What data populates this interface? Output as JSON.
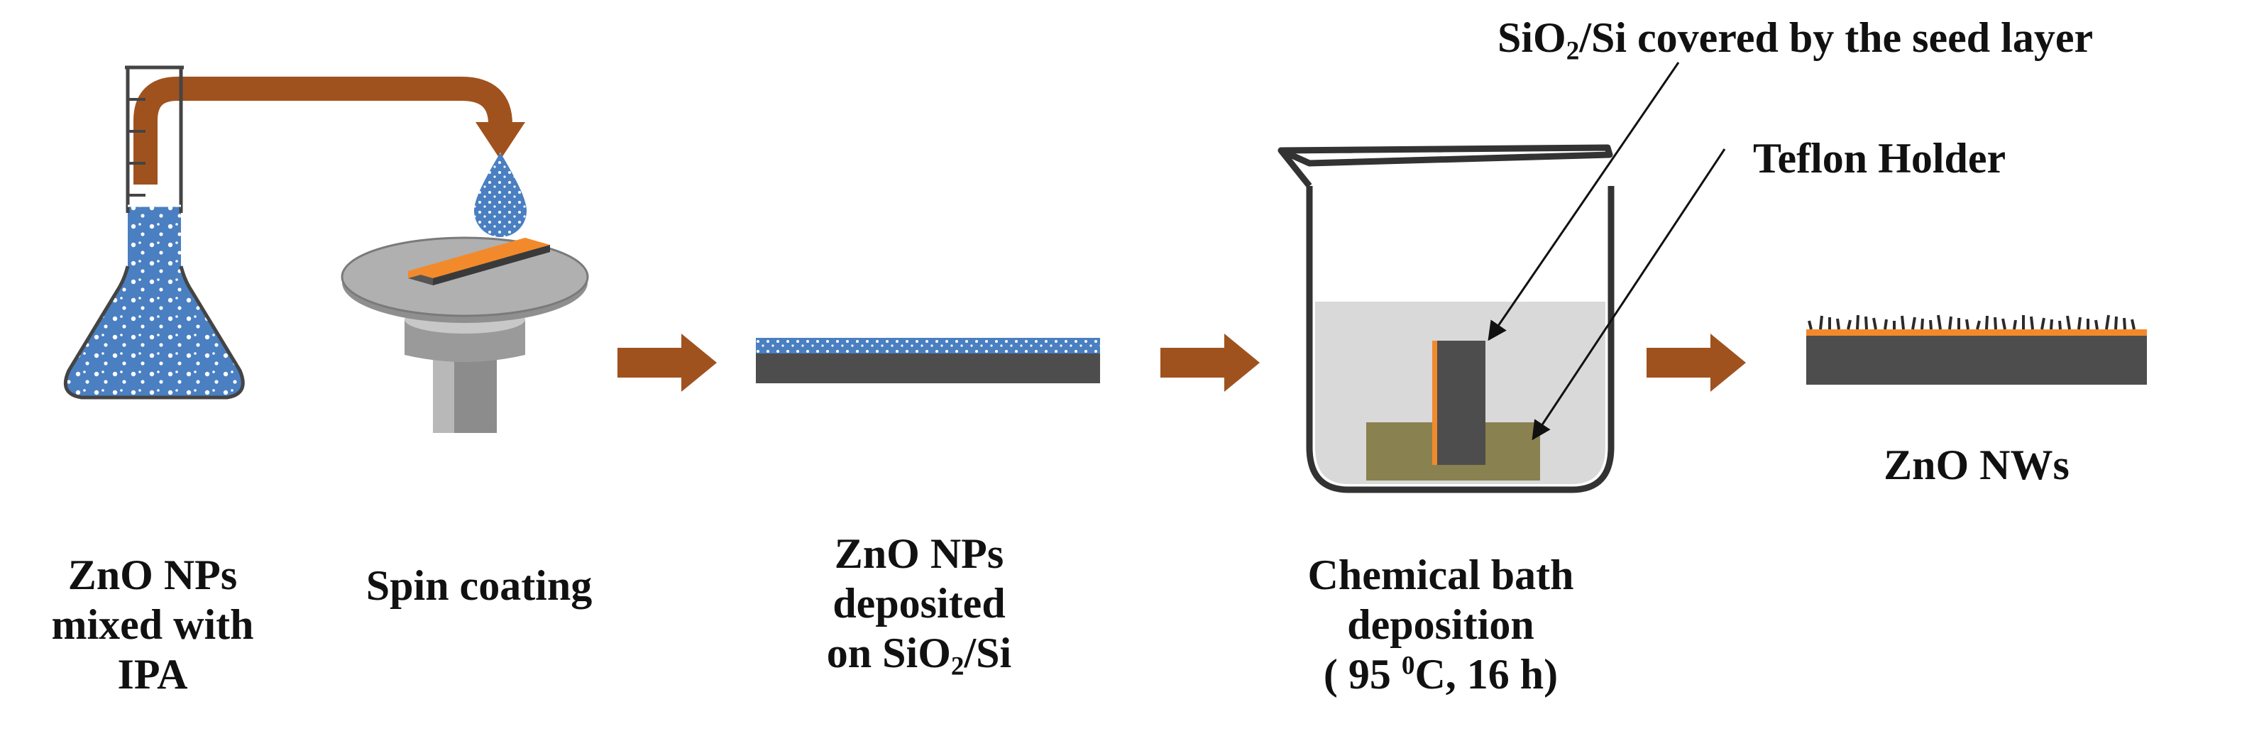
{
  "colors": {
    "arrow": "#a0521e",
    "liquid": "#4a7fc1",
    "substrate": "#4d4d4d",
    "seed_layer": "#f28a2c",
    "bath": "#d9d9d9",
    "holder": "#8a8150",
    "spin_plate": "#b0b0b0"
  },
  "icons": [
    "flask-icon",
    "droplet-icon",
    "spin-coater-icon",
    "beaker-icon"
  ],
  "labels": {
    "step1": {
      "line1": "ZnO NPs",
      "line2": "mixed with",
      "line3": "IPA"
    },
    "step2": {
      "line1": "Spin coating"
    },
    "step3": {
      "line1": "ZnO NPs",
      "line2": "deposited",
      "line3_prefix": "on SiO",
      "line3_sub": "2",
      "line3_suffix": "/Si"
    },
    "step4": {
      "line1": "Chemical bath",
      "line2": "deposition",
      "line3_prefix": "( 95 ",
      "line3_sup": "0",
      "line3_suffix": "C, 16 h)"
    },
    "step5": {
      "line1": "ZnO NWs"
    },
    "callout_substrate": {
      "prefix": "SiO",
      "sub": "2",
      "suffix": "/Si covered by the seed layer"
    },
    "callout_holder": {
      "text": "Teflon Holder"
    }
  }
}
